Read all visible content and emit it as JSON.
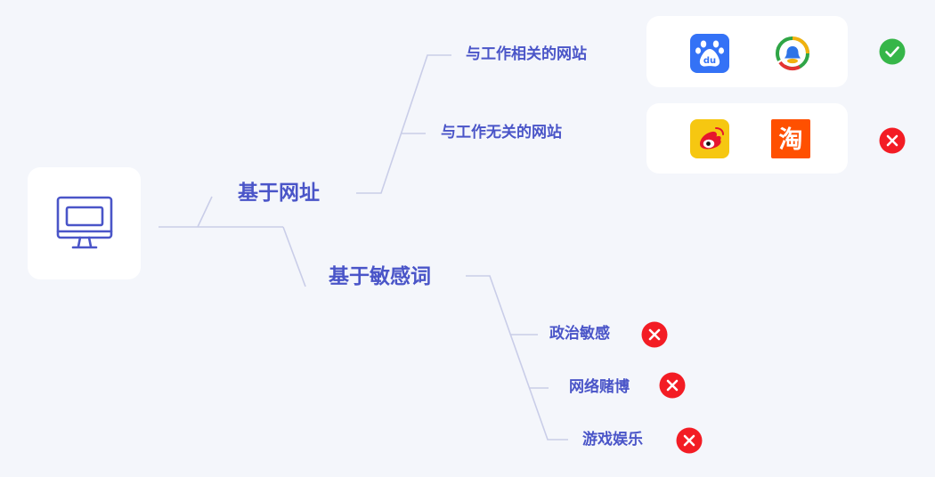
{
  "colors": {
    "background": "#f4f6fb",
    "accent": "#4a55c8",
    "connector": "#c9cde8",
    "allow": "#36b649",
    "deny": "#f31c24"
  },
  "root": {
    "icon": "monitor-icon"
  },
  "branches": [
    {
      "label": "基于网址",
      "children": [
        {
          "label": "与工作相关的网站",
          "sites": [
            "baidu-icon",
            "tencent-news-icon"
          ],
          "status": "allowed"
        },
        {
          "label": "与工作无关的网站",
          "sites": [
            "weibo-icon",
            "taobao-icon"
          ],
          "status": "blocked"
        }
      ]
    },
    {
      "label": "基于敏感词",
      "children": [
        {
          "label": "政治敏感",
          "status": "blocked"
        },
        {
          "label": "网络赌博",
          "status": "blocked"
        },
        {
          "label": "游戏娱乐",
          "status": "blocked"
        }
      ]
    }
  ],
  "site_glyphs": {
    "baidu": "du",
    "taobao": "淘"
  }
}
